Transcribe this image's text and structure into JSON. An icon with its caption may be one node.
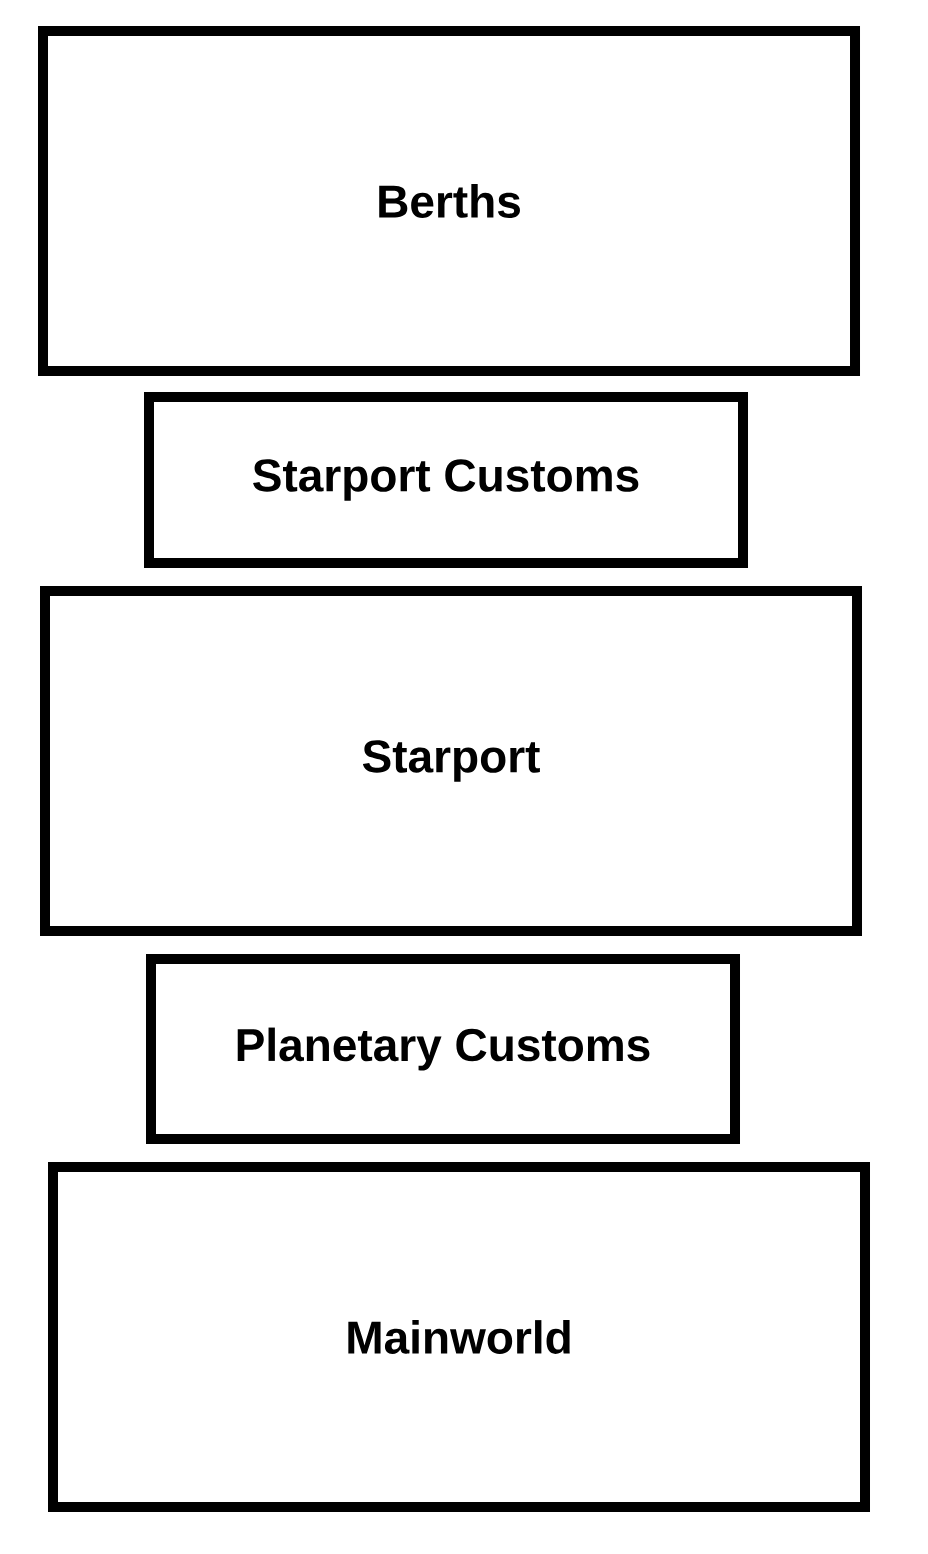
{
  "diagram": {
    "nodes": [
      {
        "text": [
          "Berths"
        ]
      },
      {
        "text": [
          "Starport Customs"
        ]
      },
      {
        "text": [
          "Starport"
        ]
      },
      {
        "text": [
          "Planetary Customs"
        ]
      },
      {
        "text": [
          "Mainworld"
        ]
      }
    ]
  }
}
